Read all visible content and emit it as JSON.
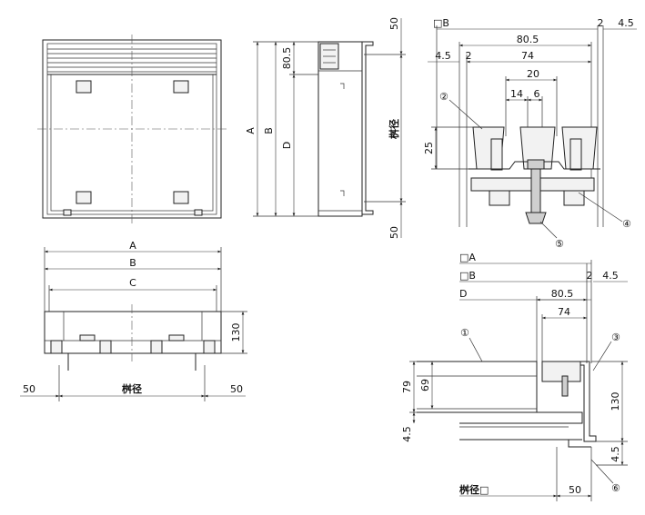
{
  "labels": {
    "A": "A",
    "B": "B",
    "C": "C",
    "D": "D",
    "box_A": "□A",
    "box_B": "□B",
    "masukei": "桝径",
    "masukei_box": "桝径□"
  },
  "dims": {
    "d50": "50",
    "d805": "80.5",
    "d2": "2",
    "d45": "4.5",
    "d74": "74",
    "d20": "20",
    "d14": "14",
    "d6": "6",
    "d25": "25",
    "d130": "130",
    "d79": "79",
    "d69": "69"
  },
  "callouts": {
    "c1": "①",
    "c2": "②",
    "c3": "③",
    "c4": "④",
    "c5": "⑤",
    "c6": "⑥"
  }
}
